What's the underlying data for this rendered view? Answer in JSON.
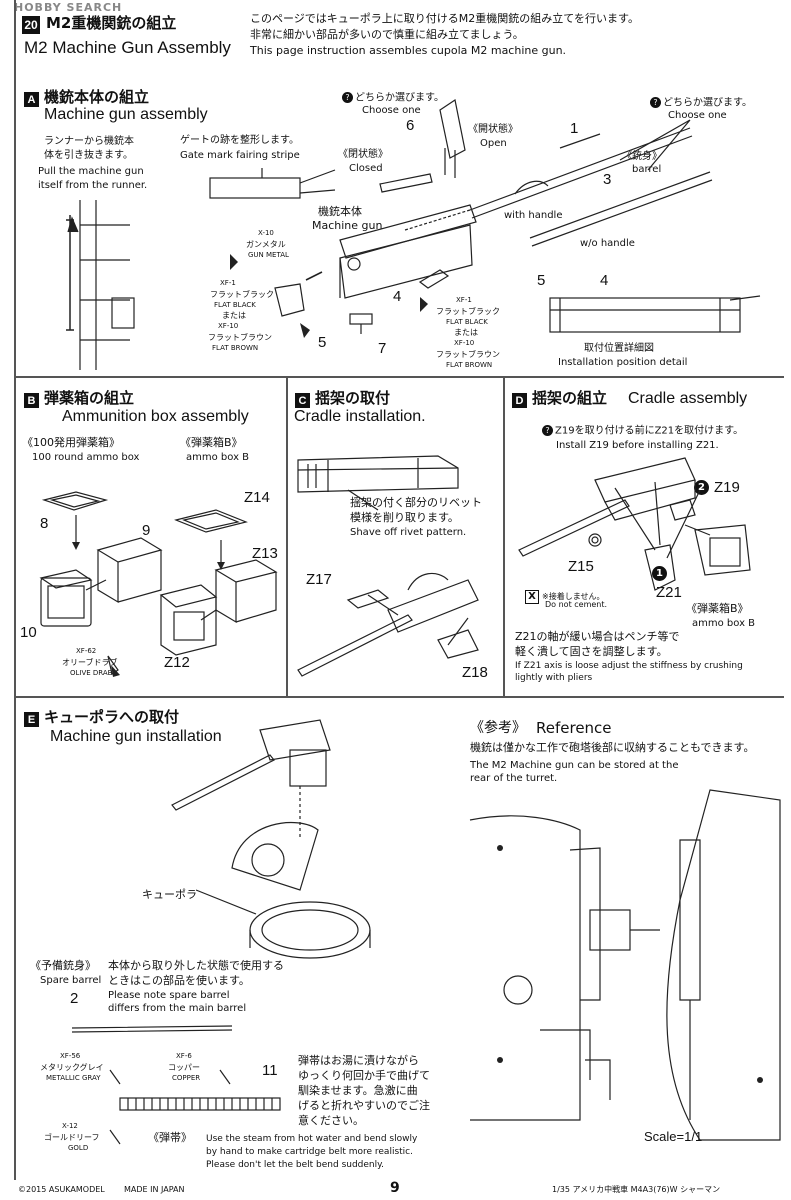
{
  "header": {
    "watermark": "HOBBY SEARCH",
    "step_number": "20",
    "title_jp": "M2重機関銃の組立",
    "title_en": "M2 Machine Gun Assembly",
    "intro_jp_1": "このページではキューポラ上に取り付けるM2重機関銃の組み立てを行います。",
    "intro_jp_2": "非常に細かい部品が多いので慎重に組み立てましょう。",
    "intro_en": "This page instruction assembles cupola M2 machine gun."
  },
  "section_a": {
    "letter": "A",
    "title_jp": "機銃本体の組立",
    "title_en": "Machine gun assembly",
    "runner_jp_1": "ランナーから機銃本",
    "runner_jp_2": "体を引き抜きます。",
    "runner_en_1": "Pull the machine gun",
    "runner_en_2": "itself from the runner.",
    "gate_jp": "ゲートの跡を整形します。",
    "gate_en": "Gate mark fairing stripe",
    "closed_jp": "《閉状態》",
    "closed_en": "Closed",
    "open_jp": "《開状態》",
    "open_en": "Open",
    "choose_jp_1": "どちらか選びます。",
    "choose_en_1": "Choose one",
    "choose_jp_2": "どちらか選びます。",
    "choose_en_2": "Choose one",
    "barrel_jp": "《銃身》",
    "barrel_en": "barrel",
    "with_handle": "with handle",
    "wo_handle": "w/o handle",
    "body_jp": "機銃本体",
    "body_en": "Machine gun",
    "paint_x10_code": "X-10",
    "paint_x10_jp": "ガンメタル",
    "paint_x10_en": "GUN METAL",
    "paint_xf1_code": "XF-1",
    "paint_xf1_jp": "フラットブラック",
    "paint_xf1_en": "FLAT BLACK",
    "or_jp": "または",
    "paint_xf10_code": "XF-10",
    "paint_xf10_jp": "フラットブラウン",
    "paint_xf10_en": "FLAT BROWN",
    "detail_jp": "取付位置詳細図",
    "detail_en": "Installation position detail",
    "part_1": "1",
    "part_3": "3",
    "part_4": "4",
    "part_5": "5",
    "part_6": "6",
    "part_7": "7"
  },
  "section_b": {
    "letter": "B",
    "title_jp": "弾薬箱の組立",
    "title_en": "Ammunition box assembly",
    "box100_jp": "《100発用弾薬箱》",
    "box100_en": "100 round ammo box",
    "boxb_jp": "《弾薬箱B》",
    "boxb_en": "ammo box B",
    "part_8": "8",
    "part_9": "9",
    "part_10": "10",
    "part_z12": "Z12",
    "part_z13": "Z13",
    "part_z14": "Z14",
    "paint_code": "XF-62",
    "paint_jp": "オリーブドラブ",
    "paint_en": "OLIVE DRAB"
  },
  "section_c": {
    "letter": "C",
    "title_jp": "揺架の取付",
    "title_en": "Cradle installation.",
    "note_jp_1": "揺架の付く部分のリベット",
    "note_jp_2": "模様を削り取ります。",
    "note_en": "Shave off rivet pattern.",
    "part_z17": "Z17",
    "part_z18": "Z18"
  },
  "section_d": {
    "letter": "D",
    "title_jp": "揺架の組立",
    "title_en": "Cradle assembly",
    "note_jp": "Z19を取り付ける前にZ21を取付けます。",
    "note_en": "Install Z19 before installing Z21.",
    "part_z19": "Z19",
    "part_z15": "Z15",
    "part_z21": "Z21",
    "circle_1": "1",
    "circle_2": "2",
    "no_cement_jp": "※接着しません。",
    "no_cement_en": "Do not cement.",
    "boxb_jp": "《弾薬箱B》",
    "boxb_en": "ammo box B",
    "loose_jp_1": "Z21の軸が緩い場合はペンチ等で",
    "loose_jp_2": "軽く潰して固さを調整します。",
    "loose_en_1": "If Z21 axis is loose adjust the stiffness by crushing",
    "loose_en_2": "lightly with pliers"
  },
  "section_e": {
    "letter": "E",
    "title_jp": "キューポラへの取付",
    "title_en": "Machine gun installation",
    "cupola_jp": "キューポラ",
    "reference_jp": "《参考》",
    "reference_en": "Reference",
    "ref_jp": "機銃は僅かな工作で砲塔後部に収納することもできます。",
    "ref_en_1": "The M2 Machine gun can be stored at the",
    "ref_en_2": "rear of the turret.",
    "spare_jp": "《予備銃身》",
    "spare_en": "Spare barrel",
    "spare_note_jp_1": "本体から取り外した状態で使用する",
    "spare_note_jp_2": "ときはこの部品を使います。",
    "spare_note_en_1": "Please note spare barrel",
    "spare_note_en_2": "differs from the main barrel",
    "part_2": "2",
    "part_11": "11",
    "xf56_code": "XF-56",
    "xf56_jp": "メタリックグレイ",
    "xf56_en": "METALLIC GRAY",
    "xf6_code": "XF-6",
    "xf6_jp": "コッパー",
    "xf6_en": "COPPER",
    "x12_code": "X-12",
    "x12_jp": "ゴールドリーフ",
    "x12_en": "GOLD",
    "belt_jp_1": "弾帯はお湯に漬けながら",
    "belt_jp_2": "ゆっくり何回か手で曲げて",
    "belt_jp_3": "馴染ませます。急激に曲",
    "belt_jp_4": "げると折れやすいのでご注",
    "belt_jp_5": "意ください。",
    "belt_label_jp": "《弾帯》",
    "belt_en_1": "Use the steam from hot water and bend slowly",
    "belt_en_2": "by hand to make cartridge belt more realistic.",
    "belt_en_3": "Please don't let the belt bend suddenly.",
    "scale": "Scale=1/1"
  },
  "footer": {
    "copyright": "©2015 ASUKAMODEL",
    "made_in": "MADE IN JAPAN",
    "page": "9",
    "product": "1/35 アメリカ中戦車 M4A3(76)W シャーマン"
  }
}
